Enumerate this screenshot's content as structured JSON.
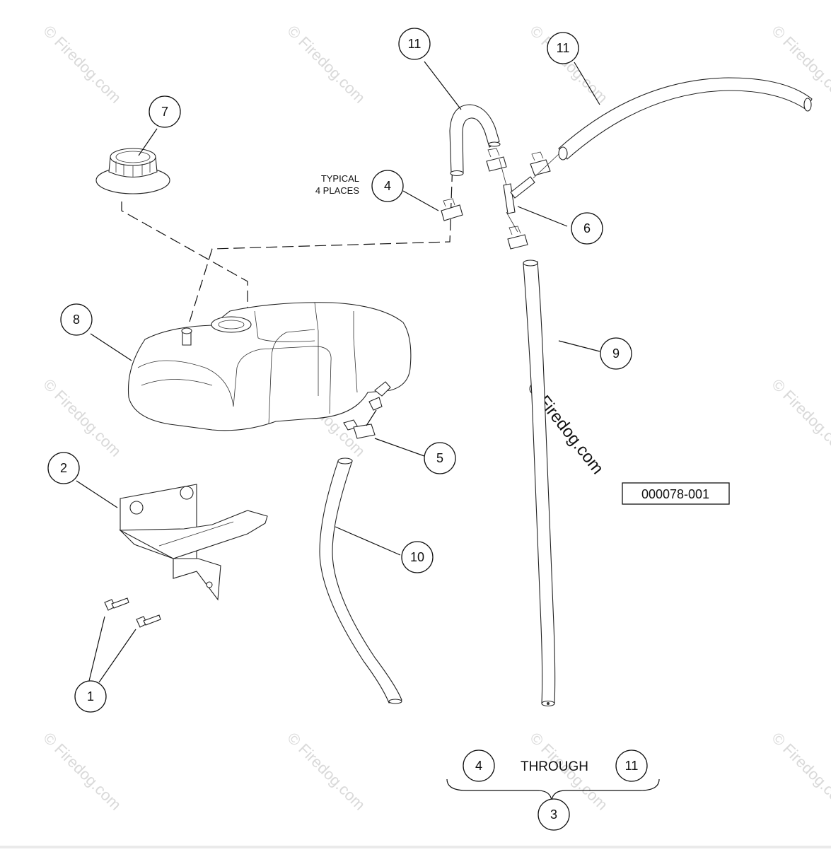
{
  "diagram": {
    "callouts": {
      "c1": "1",
      "c2": "2",
      "c3": "3",
      "c4": "4",
      "c4b": "4",
      "c5": "5",
      "c6": "6",
      "c7": "7",
      "c8": "8",
      "c9": "9",
      "c10": "10",
      "c11a": "11",
      "c11b": "11",
      "c11c": "11"
    },
    "note_typical_line1": "TYPICAL",
    "note_typical_line2": "4 PLACES",
    "through_label": "THROUGH",
    "reference_number": "000078-001",
    "watermark_text": "© Firedog.com"
  }
}
